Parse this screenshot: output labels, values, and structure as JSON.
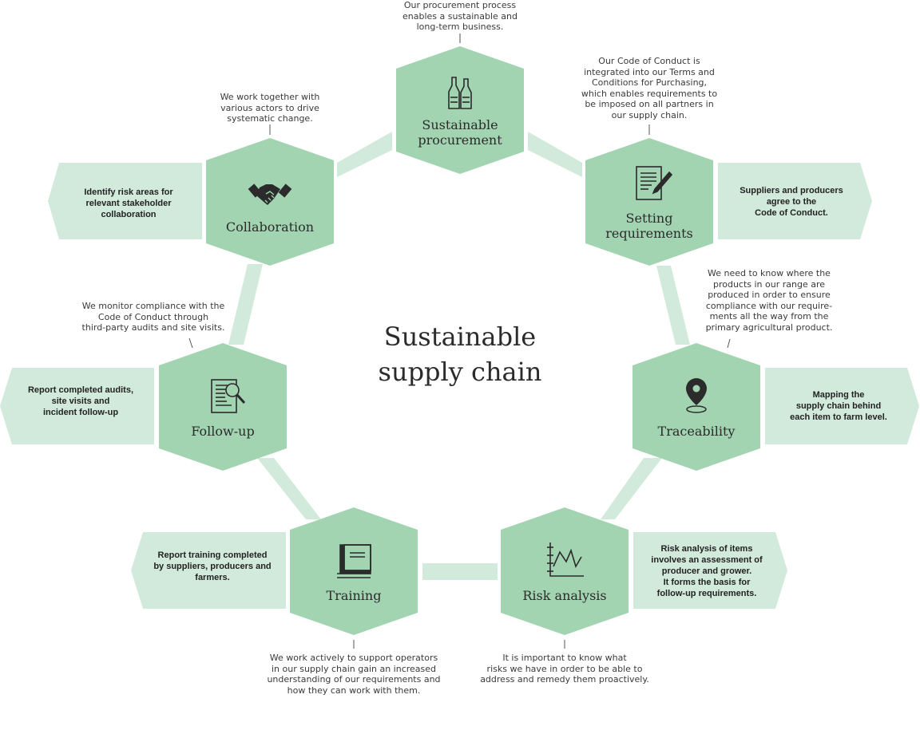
{
  "title": "Sustainable\nsupply chain",
  "colors": {
    "hex_fill": "#a3d4b2",
    "pill_fill": "#d2eadb",
    "connector_fill": "#d2eadb",
    "icon_color": "#2b2b2b",
    "text_color": "#2b2b2b"
  },
  "steps": {
    "procurement": {
      "label": "Sustainable\nprocurement",
      "icon": "bottles-icon",
      "note": "Our procurement process\nenables a sustainable and\nlong-term business."
    },
    "requirements": {
      "label": "Setting\nrequirements",
      "icon": "document-pen-icon",
      "note": "Our Code of Conduct is\nintegrated into our Terms and\nConditions for Purchasing,\nwhich enables requirements to\nbe imposed on all partners in\nour supply chain.",
      "tag": "Suppliers and producers\nagree to the\nCode of Conduct."
    },
    "traceability": {
      "label": "Traceability",
      "icon": "map-pin-icon",
      "note": "We need to know where the\nproducts in our range are\nproduced in order to ensure\ncompliance with our require-\nments all the way from the\nprimary agricultural product.",
      "tag": "Mapping the\nsupply chain behind\neach item to farm level."
    },
    "risk": {
      "label": "Risk analysis",
      "icon": "line-chart-icon",
      "note": "It is important to know what\nrisks we have in order to be able to\naddress and remedy them proactively.",
      "tag": "Risk analysis of items\ninvolves an assessment of\nproducer and grower.\nIt forms the basis for\nfollow-up requirements."
    },
    "training": {
      "label": "Training",
      "icon": "book-icon",
      "note": "We work actively to support operators\nin our supply chain gain an increased\nunderstanding of our requirements and\nhow they can work with them.",
      "tag": "Report training completed\nby suppliers, producers and\nfarmers."
    },
    "followup": {
      "label": "Follow-up",
      "icon": "document-magnifier-icon",
      "note": "We monitor compliance with the\nCode of Conduct through\nthird-party audits and site visits.",
      "tag": "Report completed audits,\nsite visits and\nincident follow-up"
    },
    "collaboration": {
      "label": "Collaboration",
      "icon": "handshake-icon",
      "note": "We work together with\nvarious actors to drive\nsystematic change.",
      "tag": "Identify risk areas for\nrelevant stakeholder\ncollaboration"
    }
  }
}
